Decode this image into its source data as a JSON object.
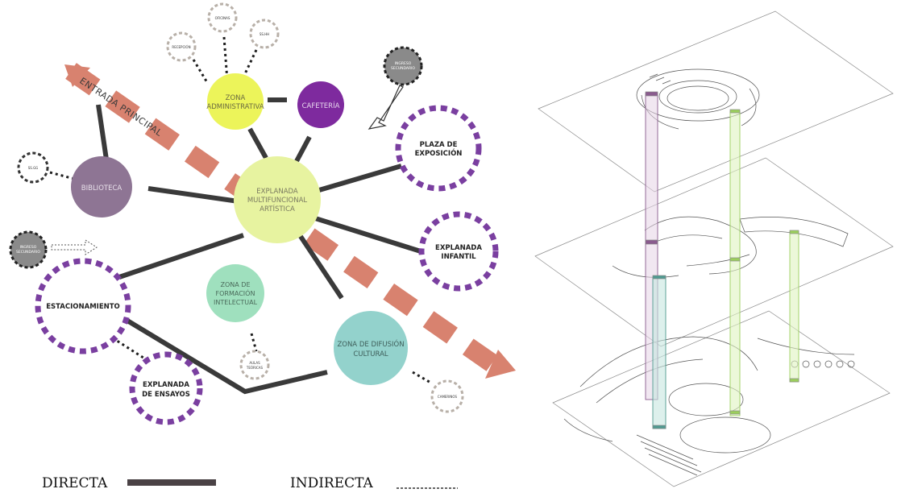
{
  "entrance_label": "ENTRADA PRINCIPAL",
  "nodes": {
    "explanada_multi": [
      "EXPLANADA",
      "MULTIFUNCIONAL",
      "ARTÍSTICA"
    ],
    "zona_admin": [
      "ZONA",
      "ADMINISTRATIVA"
    ],
    "cafeteria": [
      "CAFETERÍA"
    ],
    "plaza": [
      "PLAZA DE",
      "EXPOSICIÓN"
    ],
    "biblioteca": [
      "BIBLIOTECA"
    ],
    "explanada_infantil": [
      "EXPLANADA",
      "INFANTIL"
    ],
    "estacionamiento": [
      "ESTACIONAMIENTO"
    ],
    "zona_formacion": [
      "ZONA DE",
      "FORMACIÓN",
      "INTELECTUAL"
    ],
    "zona_difusion": [
      "ZONA DE DIFUSIÓN",
      "CULTURAL"
    ],
    "explanada_ensayos": [
      "EXPLANADA",
      "DE ENSAYOS"
    ]
  },
  "small_nodes": {
    "recepcion": "RECEPCIÓN",
    "oficinas": "OFICINAS",
    "ssHH": "SS.HH",
    "ssgg": "SS.GG",
    "aulas": [
      "AULAS",
      "TEÓRICAS"
    ],
    "camerinos": "CAMERINOS",
    "ingreso_top": [
      "INGRESO",
      "SECUNDARIO"
    ],
    "ingreso_left": [
      "INGRESO",
      "SECUNDARIO"
    ]
  },
  "legend": {
    "directa": "DIRECTA",
    "indirecta": "INDIRECTA"
  },
  "colors": {
    "explanada_multi": "#e7f3a0",
    "zona_admin": "#ecf45a",
    "cafeteria": "#7e2a9e",
    "biblioteca": "#8e7594",
    "zona_formacion": "#9fe0be",
    "zona_difusion": "#93d2cc",
    "dashed_purple": "#7a3fa0",
    "arrow": "#d8826f",
    "direct_line": "#3a3a3a"
  }
}
